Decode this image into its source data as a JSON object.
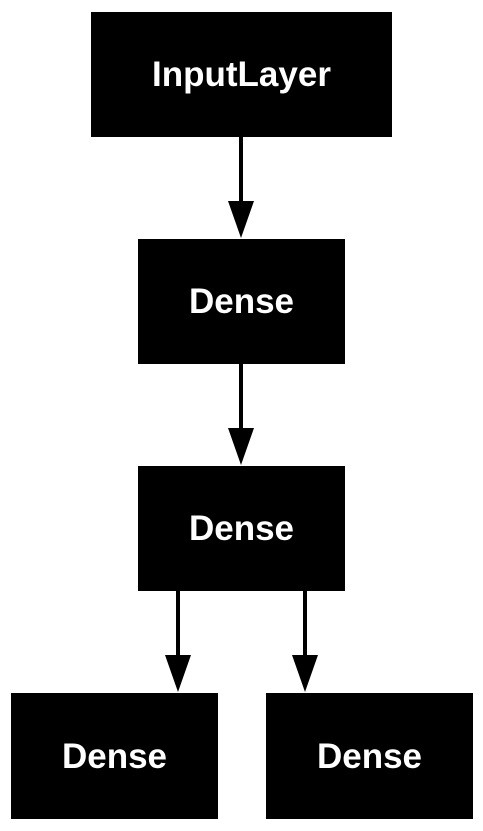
{
  "diagram": {
    "nodes": [
      {
        "id": "input",
        "label": "InputLayer"
      },
      {
        "id": "dense1",
        "label": "Dense"
      },
      {
        "id": "dense2",
        "label": "Dense"
      },
      {
        "id": "dense3",
        "label": "Dense"
      },
      {
        "id": "dense4",
        "label": "Dense"
      }
    ],
    "edges": [
      {
        "from": "input",
        "to": "dense1"
      },
      {
        "from": "dense1",
        "to": "dense2"
      },
      {
        "from": "dense2",
        "to": "dense3"
      },
      {
        "from": "dense2",
        "to": "dense4"
      }
    ],
    "colors": {
      "node_fill": "#000000",
      "node_text": "#ffffff",
      "edge": "#000000",
      "background": "#ffffff"
    }
  }
}
